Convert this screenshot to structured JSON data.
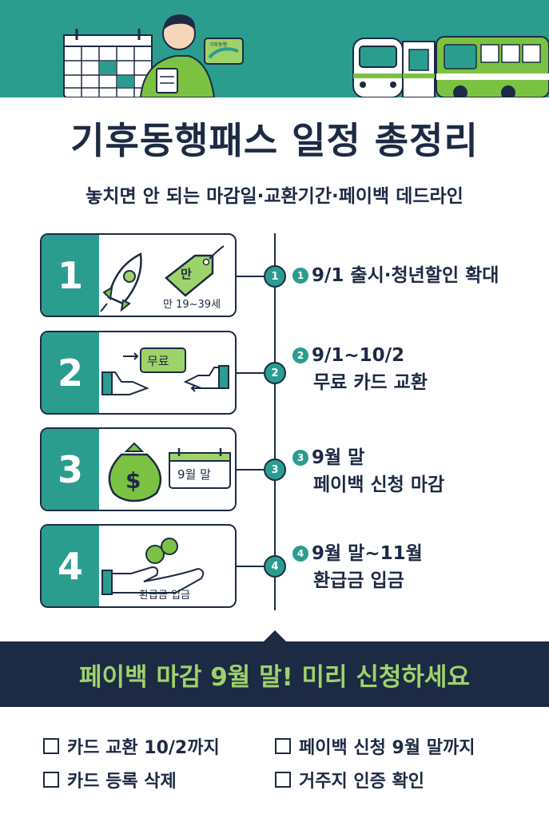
{
  "header": {
    "title": "기후동행패스 일정 총정리",
    "subtitle": "놓치면 안 되는 마감일·교환기간·페이백 데드라인"
  },
  "colors": {
    "teal": "#2a9d8f",
    "navy": "#1d2a44",
    "lime": "#9ed36a",
    "green": "#7cc242"
  },
  "steps": [
    {
      "number": "1",
      "icon": "rocket-icon",
      "tag_label": "만",
      "caption": "만 19~39세",
      "node_label": "1",
      "marker": "1",
      "line1": "9/1 출시·청년할인 확대",
      "line2": ""
    },
    {
      "number": "2",
      "icon": "card-exchange-icon",
      "card_label": "무료",
      "caption": "",
      "node_label": "2",
      "marker": "2",
      "line1": "9/1~10/2",
      "line2": "무료 카드 교환"
    },
    {
      "number": "3",
      "icon": "money-bag-icon",
      "calendar_label": "9월 말",
      "caption": "",
      "node_label": "3",
      "marker": "3",
      "line1": "9월 말",
      "line2": "페이백 신청 마감"
    },
    {
      "number": "4",
      "icon": "coins-hand-icon",
      "caption": "환급금 입금",
      "node_label": "4",
      "marker": "4",
      "line1": "9월 말~11월",
      "line2": "환급금 입금"
    }
  ],
  "banner": {
    "text": "페이백 마감 9월 말! 미리 신청하세요"
  },
  "checklist": [
    "카드 교환 10/2까지",
    "페이백 신청 9월 말까지",
    "카드 등록 삭제",
    "거주지 인증 확인"
  ],
  "hero": {
    "card_text": "기후동행"
  }
}
